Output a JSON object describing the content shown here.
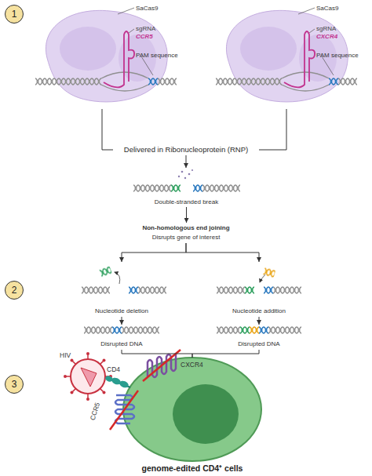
{
  "diagram": {
    "nodes": [
      {
        "text": [
          "SaCas9",
          "sgRNA CCR5",
          "PAM sequence"
        ]
      },
      {
        "text": [
          "SaCas9",
          "sgRNA CXCR4",
          "PAM sequence"
        ]
      },
      {
        "text": [
          "Delivered in Ribonucleoprotein (RNP)"
        ]
      },
      {
        "text": [
          "Double-stranded break"
        ]
      },
      {
        "text": [
          "Non-homologous end joining",
          "Disrupts gene of interest"
        ]
      },
      {
        "text": [
          "Nucleotide deletion"
        ]
      },
      {
        "text": [
          "Nucleotide addition"
        ]
      },
      {
        "text": [
          "Disrupted DNA"
        ]
      },
      {
        "text": [
          "Disrupted DNA"
        ]
      },
      {
        "text": [
          "genome-edited CD4⁺ cells"
        ]
      }
    ],
    "edges": [
      {
        "from": 0,
        "to": 2,
        "arrow": "none"
      },
      {
        "from": 1,
        "to": 2,
        "arrow": "none"
      },
      {
        "from": 2,
        "to": 3,
        "arrow": "to"
      },
      {
        "from": 3,
        "to": 4,
        "arrow": "to"
      },
      {
        "from": 4,
        "to": 5,
        "arrow": "to"
      },
      {
        "from": 4,
        "to": 6,
        "arrow": "to"
      },
      {
        "from": 5,
        "to": 7,
        "arrow": "to"
      },
      {
        "from": 6,
        "to": 8,
        "arrow": "to"
      },
      {
        "from": 7,
        "to": 9,
        "arrow": "none"
      },
      {
        "from": 8,
        "to": 9,
        "arrow": "none"
      }
    ],
    "labels": [
      "1",
      "2",
      "3",
      "HIV",
      "CD4",
      "CXCR4",
      "CCR5"
    ]
  }
}
